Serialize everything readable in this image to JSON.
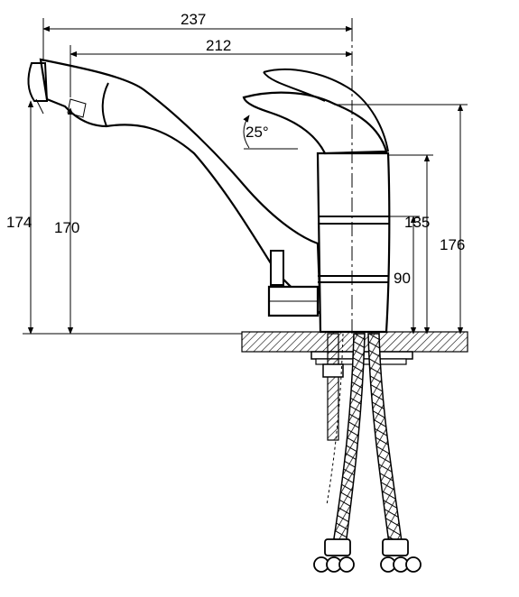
{
  "dimensions": {
    "overall_width": "237",
    "spout_reach": "212",
    "handle_angle": "25°",
    "spout_height_outer": "174",
    "spout_height_inner": "170",
    "body_height_upper": "135",
    "body_height_lower": "90",
    "total_height": "176"
  }
}
